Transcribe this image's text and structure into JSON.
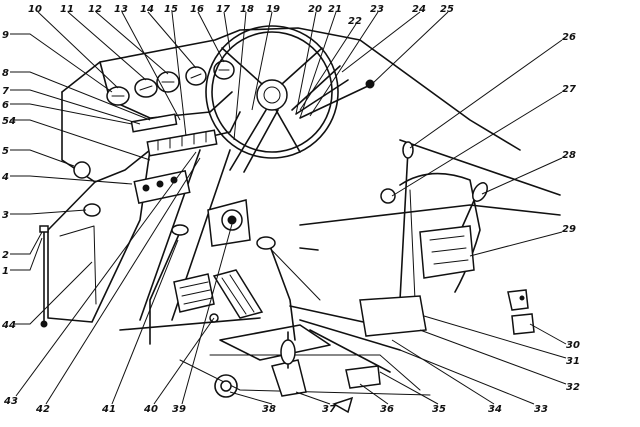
{
  "diagram": {
    "callouts": [
      {
        "id": "1",
        "text": "1"
      },
      {
        "id": "2",
        "text": "2"
      },
      {
        "id": "3",
        "text": "3"
      },
      {
        "id": "4",
        "text": "4"
      },
      {
        "id": "5",
        "text": "5"
      },
      {
        "id": "54",
        "text": "54"
      },
      {
        "id": "6",
        "text": "6"
      },
      {
        "id": "7",
        "text": "7"
      },
      {
        "id": "8",
        "text": "8"
      },
      {
        "id": "9",
        "text": "9"
      },
      {
        "id": "10",
        "text": "10"
      },
      {
        "id": "11",
        "text": "11"
      },
      {
        "id": "12",
        "text": "12"
      },
      {
        "id": "13",
        "text": "13"
      },
      {
        "id": "14",
        "text": "14"
      },
      {
        "id": "15",
        "text": "15"
      },
      {
        "id": "16",
        "text": "16"
      },
      {
        "id": "17",
        "text": "17"
      },
      {
        "id": "18",
        "text": "18"
      },
      {
        "id": "19",
        "text": "19"
      },
      {
        "id": "20",
        "text": "20"
      },
      {
        "id": "21",
        "text": "21"
      },
      {
        "id": "22",
        "text": "22"
      },
      {
        "id": "23",
        "text": "23"
      },
      {
        "id": "24",
        "text": "24"
      },
      {
        "id": "25",
        "text": "25"
      },
      {
        "id": "26",
        "text": "26"
      },
      {
        "id": "27",
        "text": "27"
      },
      {
        "id": "28",
        "text": "28"
      },
      {
        "id": "29",
        "text": "29"
      },
      {
        "id": "30",
        "text": "30"
      },
      {
        "id": "31",
        "text": "31"
      },
      {
        "id": "32",
        "text": "32"
      },
      {
        "id": "33",
        "text": "33"
      },
      {
        "id": "34",
        "text": "34"
      },
      {
        "id": "35",
        "text": "35"
      },
      {
        "id": "36",
        "text": "36"
      },
      {
        "id": "37",
        "text": "37"
      },
      {
        "id": "38",
        "text": "38"
      },
      {
        "id": "39",
        "text": "39"
      },
      {
        "id": "40",
        "text": "40"
      },
      {
        "id": "41",
        "text": "41"
      },
      {
        "id": "42",
        "text": "42"
      },
      {
        "id": "43",
        "text": "43"
      },
      {
        "id": "44",
        "text": "44"
      }
    ]
  }
}
